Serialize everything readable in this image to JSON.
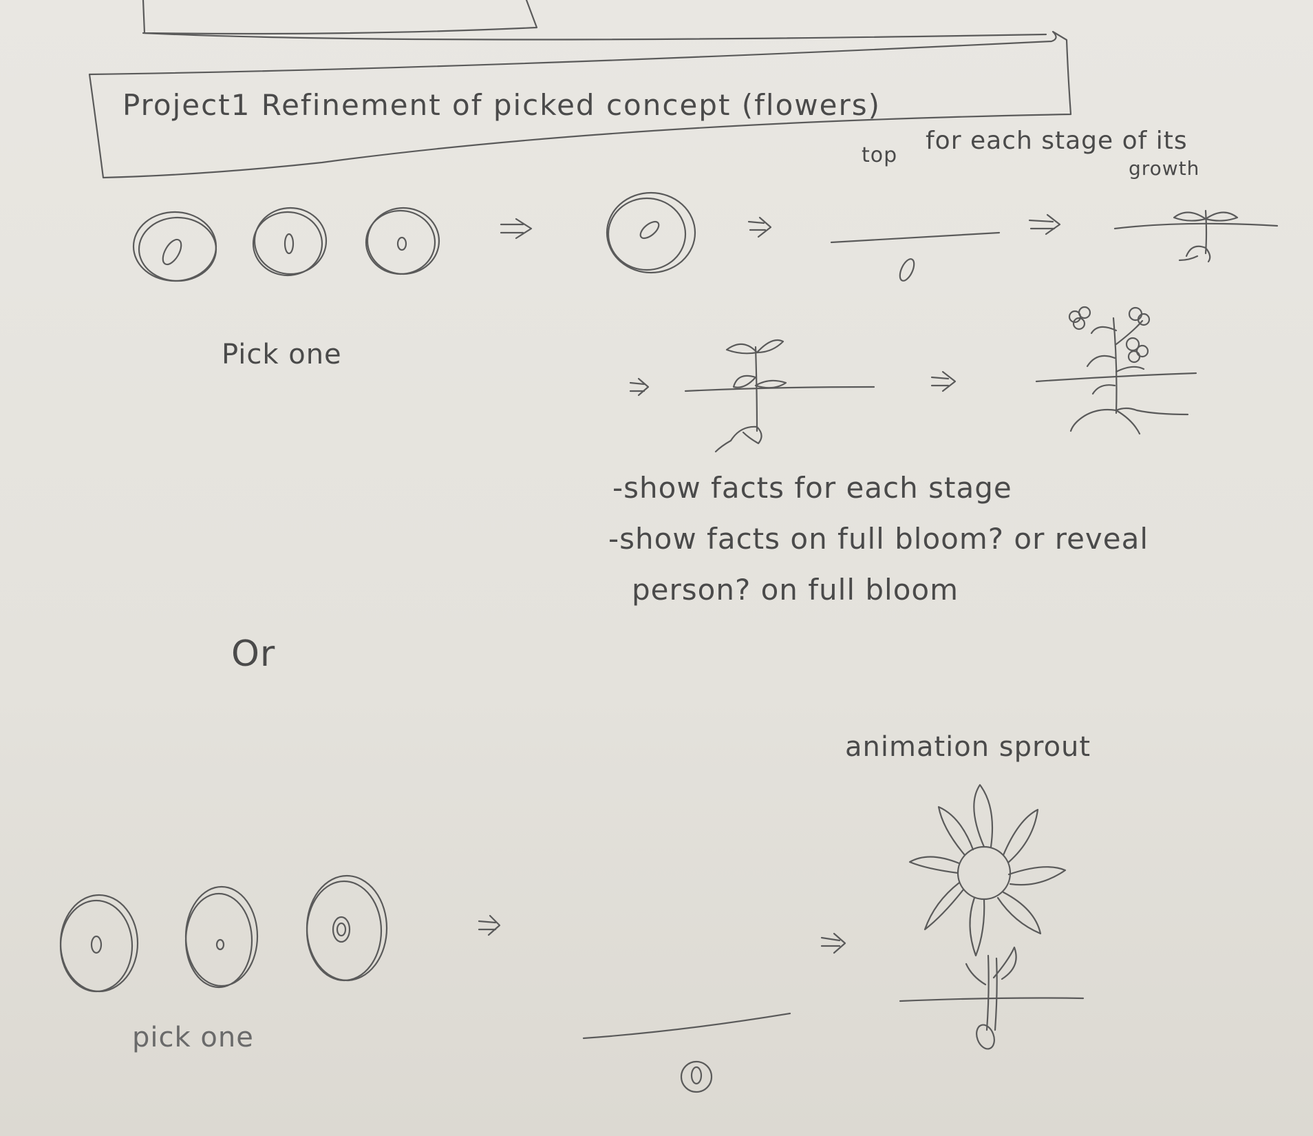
{
  "header": {
    "title": "Project1 Refinement of picked concept (flowers)"
  },
  "top_note": {
    "top": "top",
    "for_each_stage": "for each stage of its",
    "growth": "growth"
  },
  "section1": {
    "pick_label": "Pick one",
    "notes": [
      "-show facts for each stage",
      "-show facts on full bloom? or reveal",
      "person? on full bloom"
    ]
  },
  "divider": {
    "or_label": "Or"
  },
  "section2": {
    "animation_label": "animation sprout",
    "pick_label": "pick one"
  }
}
